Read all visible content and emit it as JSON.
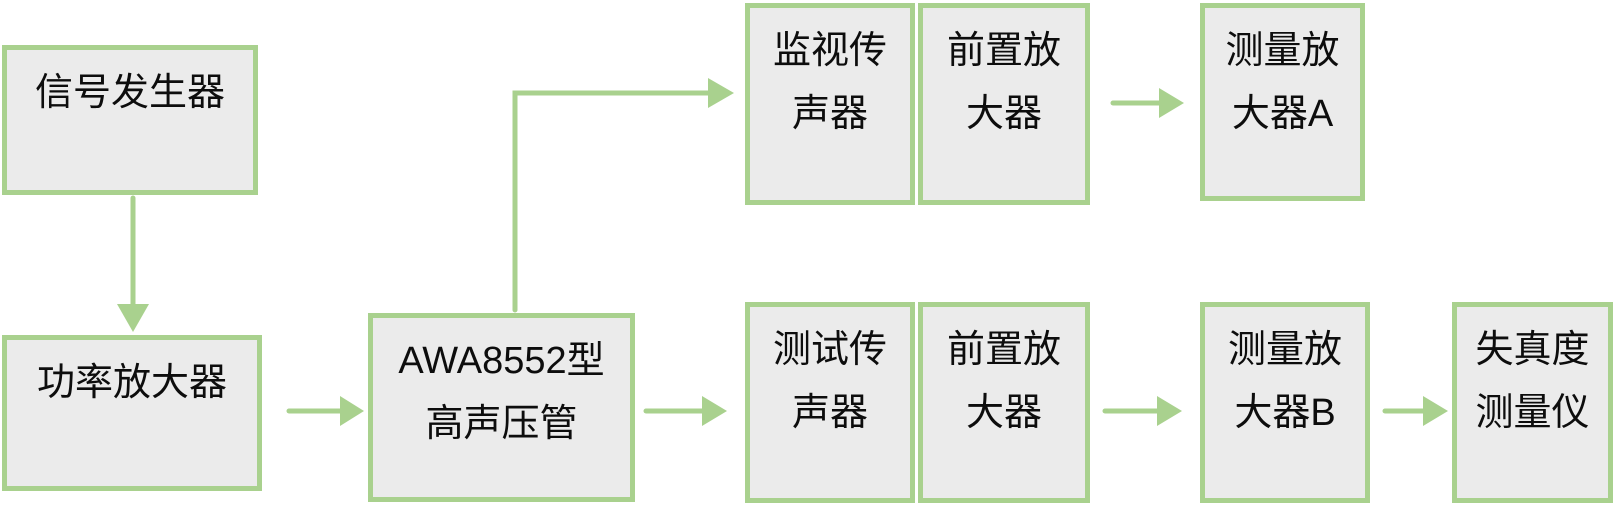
{
  "theme": {
    "background": "#ffffff",
    "box_fill": "#ebebeb",
    "box_border": "#a9d18e",
    "arrow_color": "#a9d18e",
    "text_color": "#0d0d0d"
  },
  "nodes": {
    "signal_generator": {
      "label": "信号发生器"
    },
    "power_amplifier": {
      "label": "功率放大器"
    },
    "awa_tube": {
      "label": "AWA8552型\n高声压管"
    },
    "monitor_mic": {
      "label": "监视传\n声器"
    },
    "preamp_top": {
      "label": "前置放\n大器"
    },
    "measuring_amp_a": {
      "label": "测量放\n大器A"
    },
    "test_mic": {
      "label": "测试传\n声器"
    },
    "preamp_bottom": {
      "label": "前置放\n大器"
    },
    "measuring_amp_b": {
      "label": "测量放\n大器B"
    },
    "distortion_meter": {
      "label": "失真度\n测量仪"
    }
  },
  "edges": [
    {
      "from": "signal_generator",
      "to": "power_amplifier"
    },
    {
      "from": "power_amplifier",
      "to": "awa_tube"
    },
    {
      "from": "awa_tube",
      "to": "monitor_mic"
    },
    {
      "from": "awa_tube",
      "to": "test_mic"
    },
    {
      "from": "preamp_top",
      "to": "measuring_amp_a"
    },
    {
      "from": "preamp_bottom",
      "to": "measuring_amp_b"
    },
    {
      "from": "measuring_amp_b",
      "to": "distortion_meter"
    }
  ]
}
